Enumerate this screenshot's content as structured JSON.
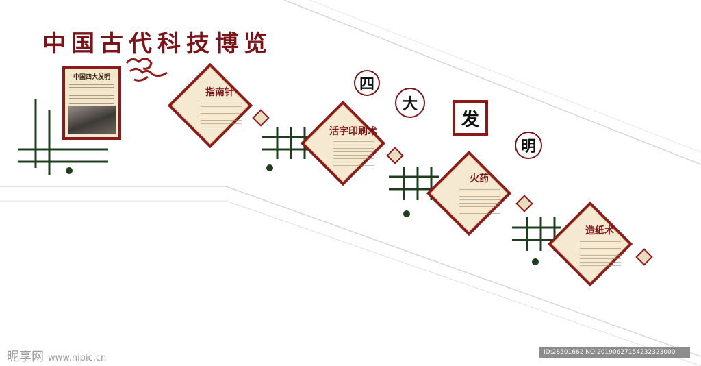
{
  "title": "中国古代科技博览",
  "poster": {
    "title": "中国四大发明"
  },
  "theme_chars": [
    "四",
    "大",
    "发",
    "明"
  ],
  "panels": [
    {
      "label": "指南针"
    },
    {
      "label": "活字印刷术"
    },
    {
      "label": "火药"
    },
    {
      "label": "造纸术"
    }
  ],
  "watermark": {
    "brand": "昵享网",
    "url": "www.nipic.cn"
  },
  "image_id": "ID:28501662 NO:20190627154232323000",
  "colors": {
    "accent": "#8b1a1a",
    "grid_lines": "#1f3d1f",
    "panel_bg": "#f5ead1"
  }
}
